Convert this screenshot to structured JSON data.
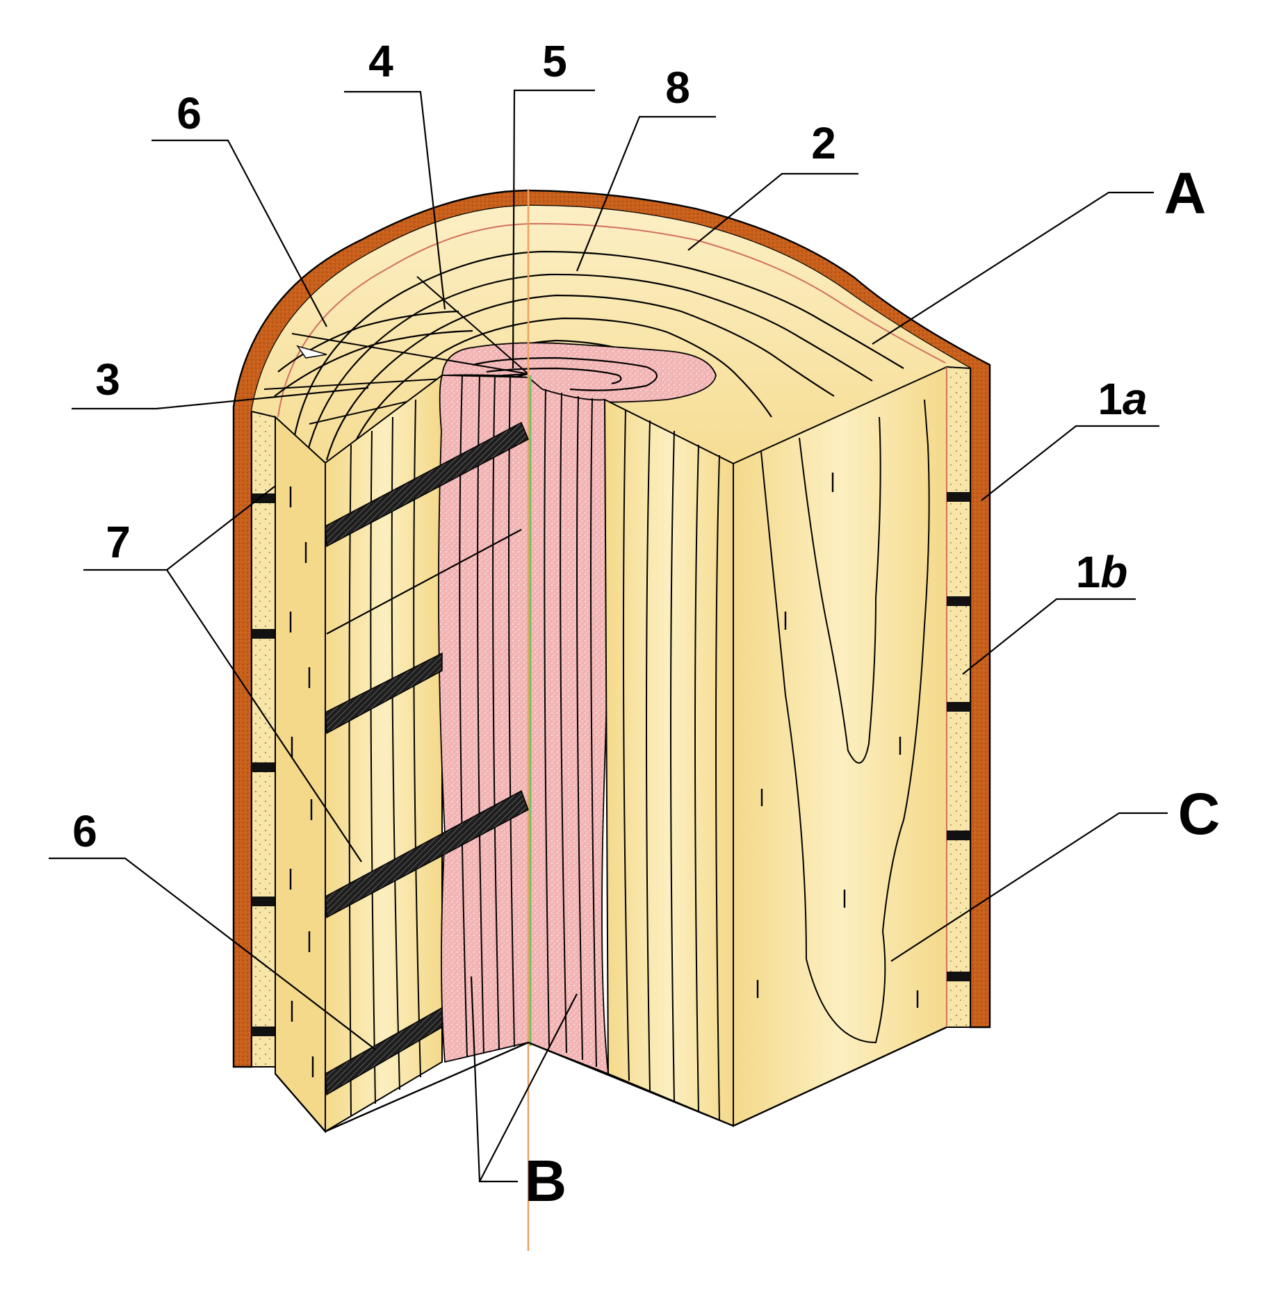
{
  "labels": {
    "n4": "4",
    "n5": "5",
    "n8": "8",
    "n6_top": "6",
    "n2": "2",
    "A": "A",
    "n3": "3",
    "n1a_num": "1",
    "n1a_letter": "a",
    "n7": "7",
    "n1b_num": "1",
    "n1b_letter": "b",
    "n6_bottom": "6",
    "C": "C",
    "B": "B"
  },
  "colors": {
    "bark": "#c8601c",
    "bark_dark": "#8a3e0c",
    "sapwood": "#f7e3a0",
    "sapwood_light": "#fcefc0",
    "heartwood": "#f2b6b6",
    "heartwood_dot": "#ffffff",
    "pith_line": "#f0a060",
    "cambium": "#d07060",
    "ray": "#222222"
  }
}
